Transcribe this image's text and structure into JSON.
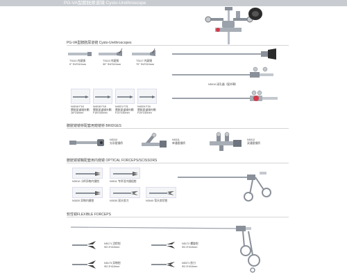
{
  "header": {
    "title": "PG-VA型膀胱尿道镜 Cysto-Urethroscope"
  },
  "sections": {
    "cysto": {
      "title": "PG-VA型膀胱尿道镜 Cysto-Urethroscopes"
    },
    "bridges": {
      "title": "膀胱镜镜桥配套用窥镜桥 BRIDGES"
    },
    "optical": {
      "title": "膀胱镜镜鞘配套用内窥镜 OPTICAL FORCEPS/SCISSORS"
    },
    "flexible": {
      "title": "软性钳FLEXIBLE FORCEPS"
    }
  },
  "scopes": [
    {
      "code_name": "T3110 内窥镜",
      "spec": "0° Φ4*310mm",
      "angle": "0°"
    },
    {
      "code_name": "T3113 内窥镜",
      "spec": "30° Φ4*310mm",
      "angle": "30°"
    },
    {
      "code_name": "T3117 内窥镜",
      "spec": "70° Φ4*310mm",
      "angle": "70°"
    }
  ],
  "obturator": {
    "label": "N5010 闭孔器（配外鞘）"
  },
  "sheaths": [
    {
      "code_name": "N4016 F16",
      "desc": "膀胱尿道镜外鞘",
      "spec": "16*230mm"
    },
    {
      "code_name": "N4018 F18",
      "desc": "膀胱尿道镜外鞘",
      "spec": "F18*230mm"
    },
    {
      "code_name": "N4021 F21",
      "desc": "膀胱尿道镜外鞘",
      "spec": "F21*230mm"
    },
    {
      "code_name": "N4024 F24",
      "desc": "膀胱尿道镜外鞘",
      "spec": "F24*230mm"
    }
  ],
  "bridges": [
    {
      "code": "N5310",
      "desc": "光导管镜桥"
    },
    {
      "code": "N5311",
      "desc": "单通管镜桥"
    },
    {
      "code": "N5312",
      "desc": "双通管镜桥"
    }
  ],
  "optical_items": [
    {
      "label": "N3010 小杯异物内镜钳"
    },
    {
      "label": "N3011 专杯活内镜组钳"
    },
    {
      "label": "N3020 异物内镜钳"
    },
    {
      "label": "N3030 双头剪刀"
    },
    {
      "label": "N3040 弯头剪切钳"
    }
  ],
  "flexible_items": [
    {
      "code_name": "N5171 活检钳",
      "spec": "Φ2.3*410mm"
    },
    {
      "code_name": "N5172 螺旋钳",
      "spec": "Φ2.3*410mm"
    },
    {
      "code_name": "N5173 异物钳",
      "spec": "Φ2.3*410mm"
    },
    {
      "code_name": "N5371 剪刀",
      "spec": "Φ2.3*410mm"
    }
  ],
  "colors": {
    "steel": "#8a9099",
    "steel_light": "#c4c9cf",
    "dark": "#2b2b2b",
    "red_ring": "#d43a4a",
    "header_bg": "#c8ccd1"
  }
}
